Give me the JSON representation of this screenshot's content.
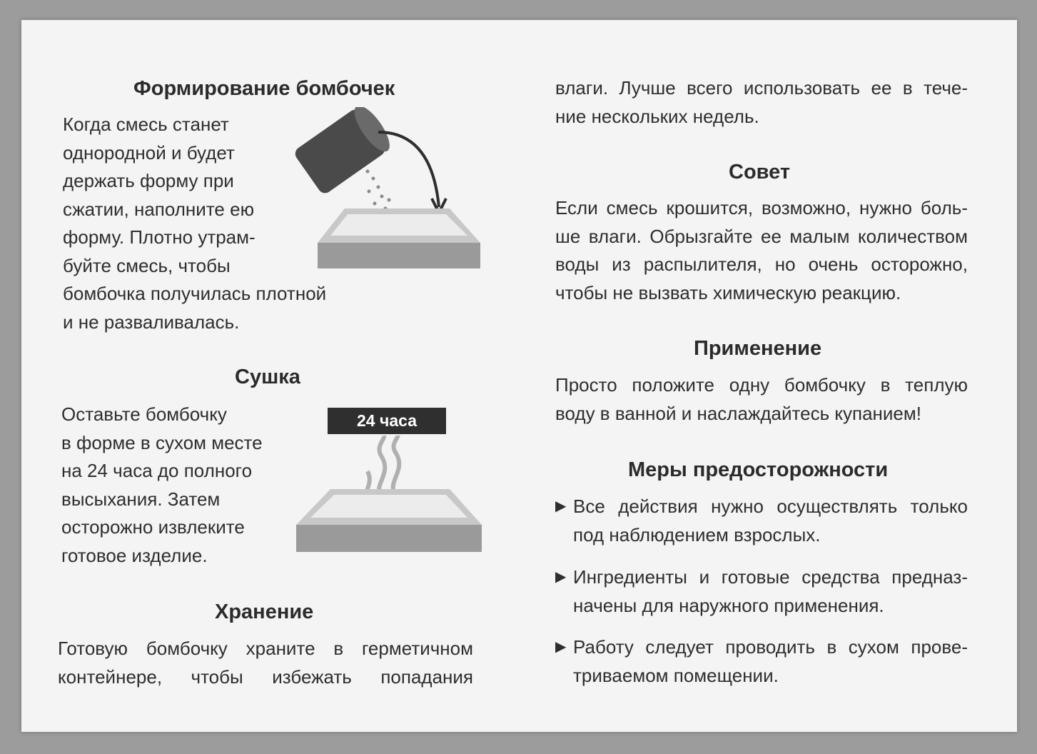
{
  "left": {
    "forming": {
      "title": "Формирование бомбочек",
      "lines": [
        "Когда смесь станет",
        "однородной и будет",
        "держать форму при",
        "сжатии, наполните ею",
        "форму. Плотно утрам-",
        "буйте смесь, чтобы",
        "бомбочка получилась плотной",
        "и не разваливалась."
      ]
    },
    "drying": {
      "title": "Сушка",
      "badge": "24 часа",
      "lines": [
        "Оставьте бомбочку",
        "в форме в сухом месте",
        "на 24 часа до полного",
        "высыхания. Затем",
        "осторожно извлеките",
        "готовое изделие."
      ]
    },
    "storage": {
      "title": "Хранение",
      "lines": [
        "Готовую бомбочку храните в герметичном",
        "контейнере, чтобы избежать попадания"
      ]
    }
  },
  "right": {
    "storage_cont": {
      "lines": [
        "влаги. Лучше всего использовать ее в тече-",
        "ние нескольких недель."
      ]
    },
    "tip": {
      "title": "Совет",
      "lines": [
        "Если смесь крошится, возможно, нужно боль-",
        "ше влаги. Обрызгайте ее малым количеством",
        "воды из распылителя, но очень осторожно,",
        "чтобы не вызвать химическую реакцию."
      ]
    },
    "usage": {
      "title": "Применение",
      "lines": [
        "Просто положите одну бомбочку в теплую",
        "воду в ванной и наслаждайтесь купанием!"
      ]
    },
    "precautions": {
      "title": "Меры предосторожности",
      "bullet_icon": "triangle-right",
      "items": [
        [
          "Все действия нужно осуществлять только",
          "под наблюдением взрослых."
        ],
        [
          "Ингредиенты и готовые средства предназ-",
          "начены для наружного применения."
        ],
        [
          "Работу следует проводить в сухом прове-",
          "триваемом помещении."
        ]
      ]
    }
  }
}
